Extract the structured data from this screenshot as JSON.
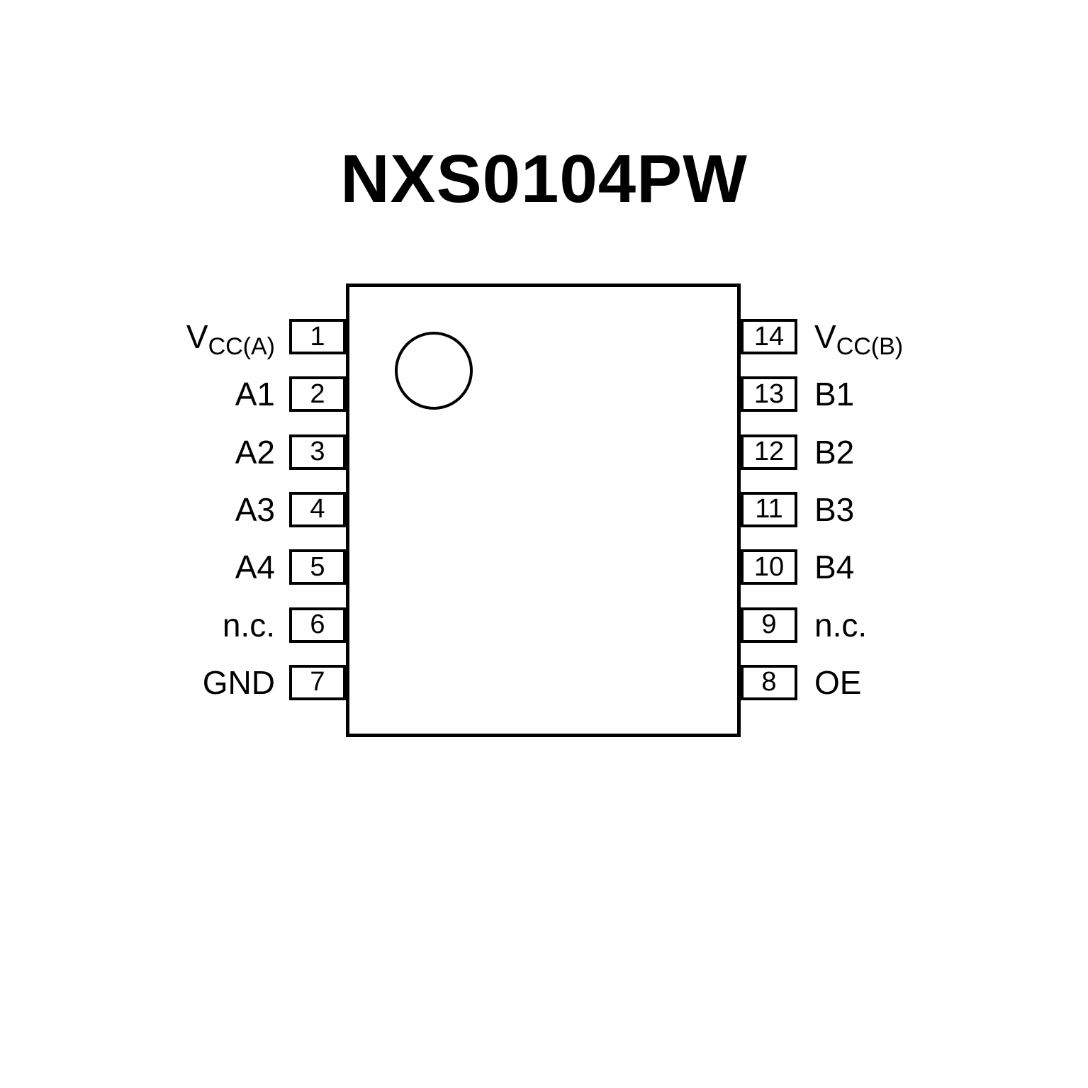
{
  "title": "NXS0104PW",
  "colors": {
    "line": "#000000",
    "background": "#ffffff"
  },
  "chip": {
    "package_pin_count": 14,
    "pin1_marker": "circle-top-left",
    "left_pins": [
      {
        "number": "1",
        "label": "VCC(A)",
        "label_main": "V",
        "label_sub": "CC(A)"
      },
      {
        "number": "2",
        "label": "A1"
      },
      {
        "number": "3",
        "label": "A2"
      },
      {
        "number": "4",
        "label": "A3"
      },
      {
        "number": "5",
        "label": "A4"
      },
      {
        "number": "6",
        "label": "n.c."
      },
      {
        "number": "7",
        "label": "GND"
      }
    ],
    "right_pins": [
      {
        "number": "14",
        "label": "VCC(B)",
        "label_main": "V",
        "label_sub": "CC(B)"
      },
      {
        "number": "13",
        "label": "B1"
      },
      {
        "number": "12",
        "label": "B2"
      },
      {
        "number": "11",
        "label": "B3"
      },
      {
        "number": "10",
        "label": "B4"
      },
      {
        "number": "9",
        "label": "n.c."
      },
      {
        "number": "8",
        "label": "OE"
      }
    ]
  }
}
